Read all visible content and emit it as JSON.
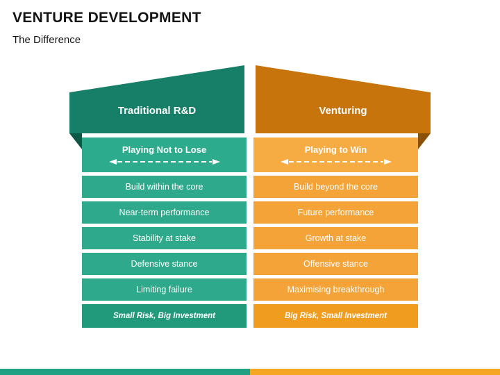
{
  "slide": {
    "title": "VENTURE DEVELOPMENT",
    "subtitle": "The Difference"
  },
  "columns": [
    {
      "id": "traditional-rd",
      "header": "Traditional R&D",
      "subheader": "Playing Not to Lose",
      "rows": [
        "Build within the core",
        "Near-term performance",
        "Stability at stake",
        "Defensive stance",
        "Limiting failure"
      ],
      "footer": "Small Risk, Big Investment"
    },
    {
      "id": "venturing",
      "header": "Venturing",
      "subheader": "Playing to Win",
      "rows": [
        "Build beyond the core",
        "Future performance",
        "Growth at stake",
        "Offensive stance",
        "Maximising breakthrough"
      ],
      "footer": "Big Risk, Small Investment"
    }
  ],
  "colors": {
    "teal_header": "#177E68",
    "teal_fold": "#0C5846",
    "teal_row": "#2EA98C",
    "teal_footer": "#21997B",
    "orange_header": "#C8740D",
    "orange_fold": "#8A5108",
    "orange_row": "#F3A337",
    "orange_footer": "#F09C1E",
    "bottom_bar_teal": "#21A184",
    "bottom_bar_orange": "#F5A623"
  }
}
